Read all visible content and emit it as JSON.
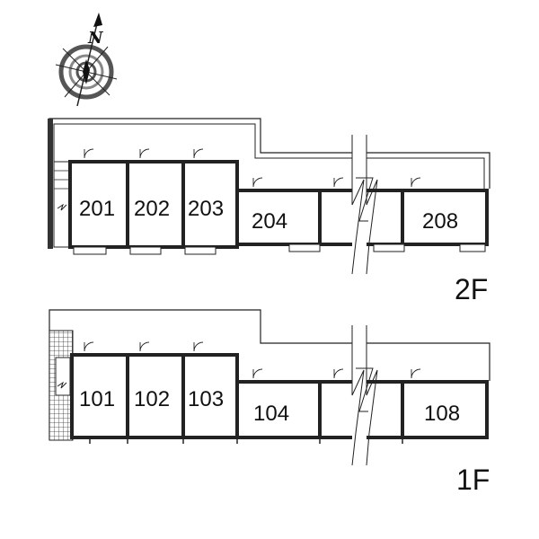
{
  "compass": {
    "north_label": "N"
  },
  "floors": [
    {
      "label": "2F",
      "rooms": [
        "201",
        "202",
        "203",
        "204",
        "208"
      ]
    },
    {
      "label": "1F",
      "rooms": [
        "101",
        "102",
        "103",
        "104",
        "108"
      ]
    }
  ]
}
